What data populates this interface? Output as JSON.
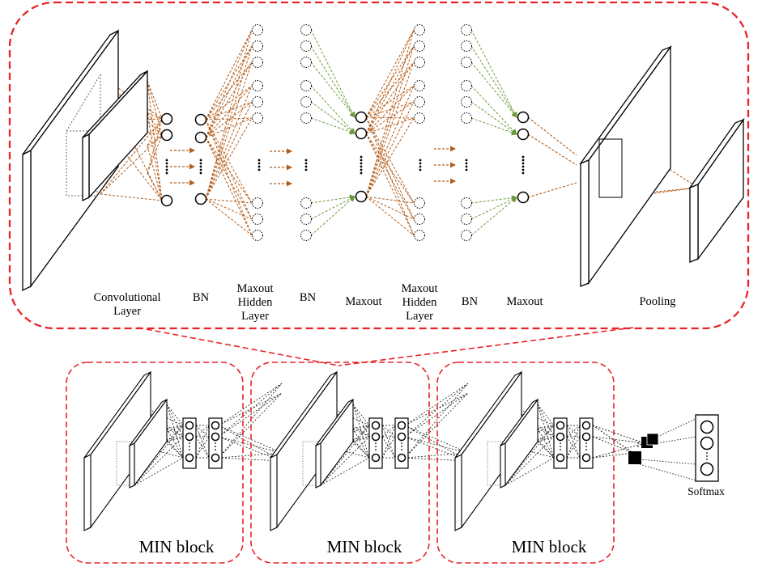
{
  "colors": {
    "frame": "#e8232a",
    "conn_brown": "#b35d1a",
    "conn_green": "#6c9a3a",
    "ink": "#000000"
  },
  "labels": {
    "conv": [
      "Convolutional",
      "Layer"
    ],
    "bn1": "BN",
    "mhl1": [
      "Maxout",
      "Hidden",
      "Layer"
    ],
    "bn2": "BN",
    "maxout1": "Maxout",
    "mhl2": [
      "Maxout",
      "Hidden",
      "Layer"
    ],
    "bn3": "BN",
    "maxout2": "Maxout",
    "pooling": "Pooling",
    "softmax": "Softmax"
  },
  "blocks": [
    {
      "label": "MIN block"
    },
    {
      "label": "MIN block"
    },
    {
      "label": "MIN block"
    }
  ],
  "icons": {
    "ellipsis": "vertical-dots-icon",
    "arrow": "dashed-arrow-icon"
  }
}
